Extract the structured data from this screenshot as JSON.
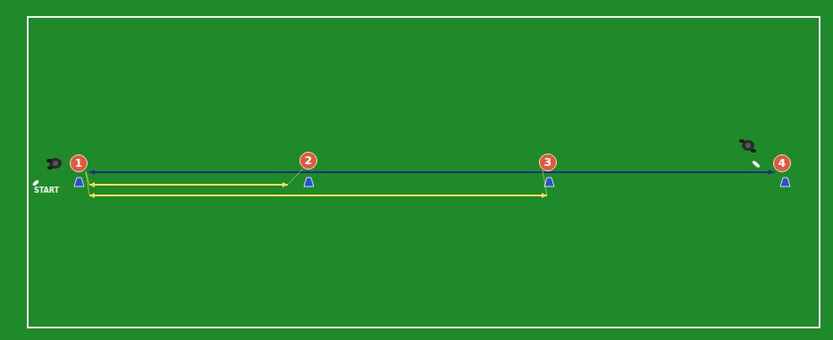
{
  "diagram": {
    "nodes": [
      {
        "text": [
          "1"
        ]
      },
      {
        "text": [
          "2"
        ]
      },
      {
        "text": [
          "3"
        ]
      },
      {
        "text": [
          "4"
        ]
      }
    ],
    "edges": [
      {
        "from": 0,
        "to": 3,
        "arrow": "both"
      },
      {
        "from": 0,
        "to": 1,
        "arrow": "both"
      },
      {
        "from": 0,
        "to": 2,
        "arrow": "both"
      }
    ],
    "labels": [
      "START"
    ]
  }
}
